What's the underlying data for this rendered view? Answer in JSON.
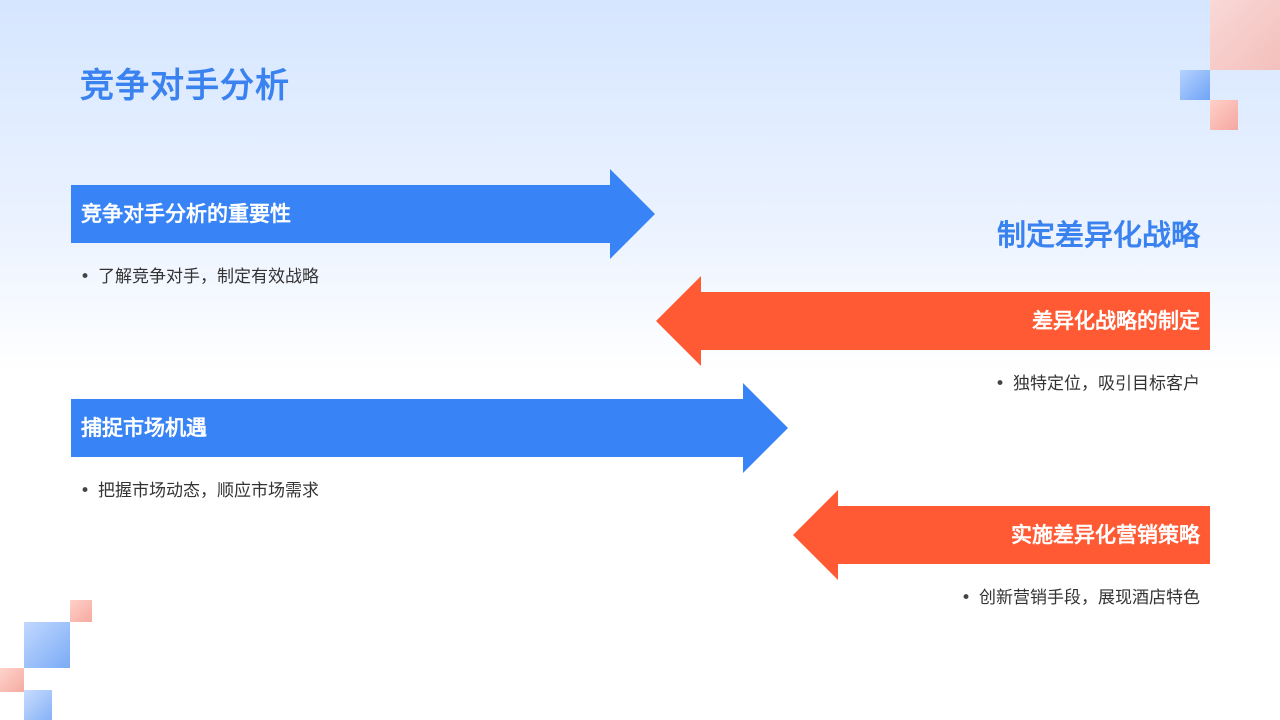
{
  "page": {
    "title": "竞争对手分析",
    "subtitle": "制定差异化战略"
  },
  "colors": {
    "blue": "#3883f6",
    "orange": "#ff5a33",
    "title": "#3a82f0"
  },
  "items": [
    {
      "label": "竞争对手分析的重要性",
      "bullet": "了解竞争对手，制定有效战略",
      "direction": "right",
      "color": "blue"
    },
    {
      "label": "差异化战略的制定",
      "bullet": "独特定位，吸引目标客户",
      "direction": "left",
      "color": "orange"
    },
    {
      "label": "捕捉市场机遇",
      "bullet": "把握市场动态，顺应市场需求",
      "direction": "right",
      "color": "blue"
    },
    {
      "label": "实施差异化营销策略",
      "bullet": "创新营销手段，展现酒店特色",
      "direction": "left",
      "color": "orange"
    }
  ]
}
